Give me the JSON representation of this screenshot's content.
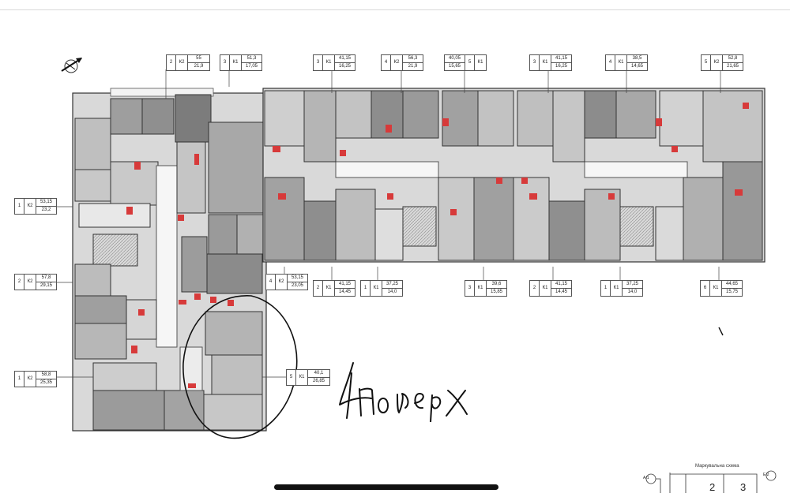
{
  "floor_plan": {
    "apartment_tags": [
      {
        "id": "t1",
        "entrance": "2",
        "type": "К2",
        "area_total": "55",
        "area_living": "21,9"
      },
      {
        "id": "t2",
        "entrance": "3",
        "type": "К1",
        "area_total": "51,3",
        "area_living": "17,05"
      },
      {
        "id": "t3",
        "entrance": "3",
        "type": "К1",
        "area_total": "41,15",
        "area_living": "16,25"
      },
      {
        "id": "t4",
        "entrance": "4",
        "type": "К2",
        "area_total": "56,3",
        "area_living": "21,9"
      },
      {
        "id": "t5",
        "entrance": "5",
        "type": "К1",
        "area_total": "40,05",
        "area_living": "15,65"
      },
      {
        "id": "t6",
        "entrance": "3",
        "type": "К1",
        "area_total": "41,15",
        "area_living": "16,25"
      },
      {
        "id": "t7",
        "entrance": "4",
        "type": "К1",
        "area_total": "38,5",
        "area_living": "14,65"
      },
      {
        "id": "t8",
        "entrance": "5",
        "type": "К2",
        "area_total": "52,8",
        "area_living": "21,65"
      },
      {
        "id": "t9",
        "entrance": "1",
        "type": "К2",
        "area_total": "53,15",
        "area_living": "23,2"
      },
      {
        "id": "t10",
        "entrance": "2",
        "type": "К2",
        "area_total": "57,8",
        "area_living": "29,15"
      },
      {
        "id": "t11",
        "entrance": "4",
        "type": "К2",
        "area_total": "53,15",
        "area_living": "23,05"
      },
      {
        "id": "t12",
        "entrance": "2",
        "type": "К1",
        "area_total": "41,15",
        "area_living": "14,45"
      },
      {
        "id": "t13",
        "entrance": "1",
        "type": "К1",
        "area_total": "37,25",
        "area_living": "14,0"
      },
      {
        "id": "t14",
        "entrance": "3",
        "type": "К1",
        "area_total": "39,6",
        "area_living": "15,85"
      },
      {
        "id": "t15",
        "entrance": "2",
        "type": "К1",
        "area_total": "41,15",
        "area_living": "14,45"
      },
      {
        "id": "t16",
        "entrance": "1",
        "type": "К1",
        "area_total": "37,25",
        "area_living": "14,0"
      },
      {
        "id": "t17",
        "entrance": "6",
        "type": "К1",
        "area_total": "44,65",
        "area_living": "15,75"
      },
      {
        "id": "t18",
        "entrance": "1",
        "type": "К2",
        "area_total": "58,8",
        "area_living": "25,35"
      },
      {
        "id": "t19",
        "entrance": "5",
        "type": "К1",
        "area_total": "40,1",
        "area_living": "26,85"
      }
    ],
    "handwritten_note": "4 поверх",
    "key_plan": {
      "title": "Маркувальна схема",
      "axis_a": "А/1",
      "axis_b": "Е/2",
      "sections": [
        "2",
        "3"
      ]
    }
  }
}
